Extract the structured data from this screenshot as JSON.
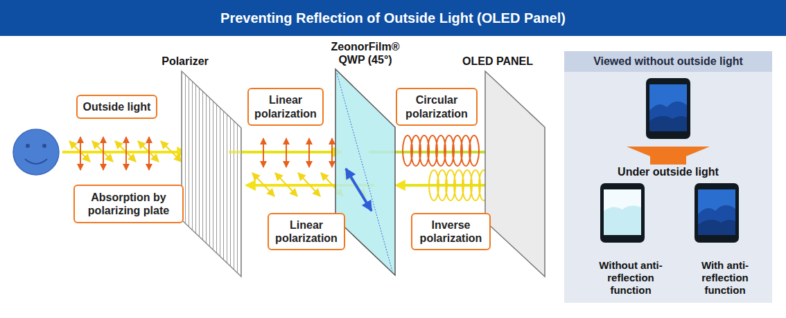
{
  "diagram": {
    "title": "Preventing Reflection of Outside Light (OLED Panel)",
    "nodes": [
      {
        "text": [
          "Outside light"
        ]
      },
      {
        "text": [
          "Absorption by polarizing plate"
        ]
      },
      {
        "text": [
          "Linear polarization"
        ]
      },
      {
        "text": [
          "Linear polarization"
        ]
      },
      {
        "text": [
          "Circular polarization"
        ]
      },
      {
        "text": [
          "Inverse polarization"
        ]
      },
      {
        "text": [
          "Viewed without outside light"
        ]
      }
    ],
    "labels": [
      "Polarizer",
      "ZeonorFilm® QWP (45°)",
      "OLED PANEL",
      "Under outside light",
      "Without anti-reflection function",
      "With anti-reflection function"
    ]
  }
}
